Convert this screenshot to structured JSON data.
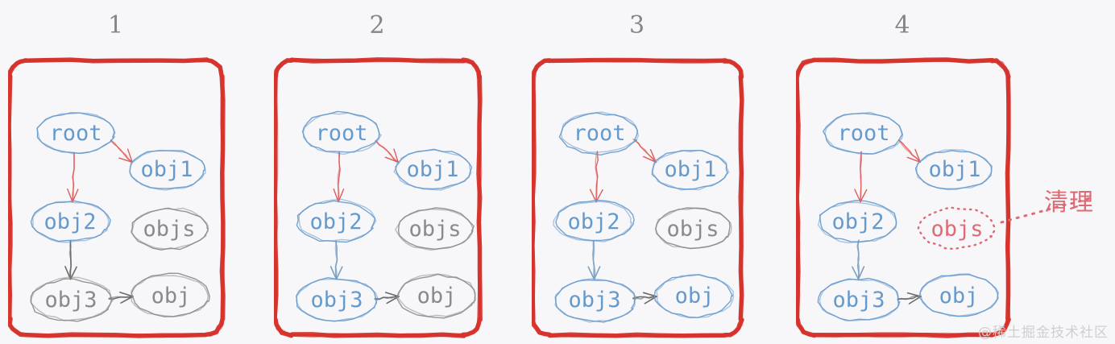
{
  "background_color": "#f7f7f9",
  "colors": {
    "frame_red": "#d42a23",
    "marked_blue": "#6699cc",
    "unmarked_gray": "#8a8a8a",
    "ref_arrow_red": "#e05c5c",
    "ref_arrow_gray": "#6a6a6a",
    "cleanup_red": "#e06a73",
    "title_gray": "#868686",
    "watermark_gray": "#cfcfcf"
  },
  "watermark": "@稀土掘金技术社区",
  "cleanup": {
    "label": "清理",
    "target_node": "objs",
    "arrow_style": "dotted"
  },
  "node_labels": {
    "root": "root",
    "obj1": "obj1",
    "obj2": "obj2",
    "obj3": "obj3",
    "obj": "obj",
    "objs": "objs"
  },
  "panels": [
    {
      "title": "1",
      "nodes": [
        {
          "id": "root",
          "label": "root",
          "state": "marked"
        },
        {
          "id": "obj1",
          "label": "obj1",
          "state": "marked"
        },
        {
          "id": "obj2",
          "label": "obj2",
          "state": "marked"
        },
        {
          "id": "objs",
          "label": "objs",
          "state": "unmarked"
        },
        {
          "id": "obj3",
          "label": "obj3",
          "state": "unmarked"
        },
        {
          "id": "obj",
          "label": "obj",
          "state": "unmarked"
        }
      ],
      "edges": [
        {
          "from": "root",
          "to": "obj1",
          "color": "red"
        },
        {
          "from": "root",
          "to": "obj2",
          "color": "red"
        },
        {
          "from": "obj2",
          "to": "obj3",
          "color": "gray"
        },
        {
          "from": "obj3",
          "to": "obj",
          "color": "gray"
        }
      ]
    },
    {
      "title": "2",
      "nodes": [
        {
          "id": "root",
          "label": "root",
          "state": "marked"
        },
        {
          "id": "obj1",
          "label": "obj1",
          "state": "marked"
        },
        {
          "id": "obj2",
          "label": "obj2",
          "state": "marked"
        },
        {
          "id": "objs",
          "label": "objs",
          "state": "unmarked"
        },
        {
          "id": "obj3",
          "label": "obj3",
          "state": "marked"
        },
        {
          "id": "obj",
          "label": "obj",
          "state": "unmarked"
        }
      ],
      "edges": [
        {
          "from": "root",
          "to": "obj1",
          "color": "red"
        },
        {
          "from": "root",
          "to": "obj2",
          "color": "red"
        },
        {
          "from": "obj2",
          "to": "obj3",
          "color": "blue"
        },
        {
          "from": "obj3",
          "to": "obj",
          "color": "gray"
        }
      ]
    },
    {
      "title": "3",
      "nodes": [
        {
          "id": "root",
          "label": "root",
          "state": "marked"
        },
        {
          "id": "obj1",
          "label": "obj1",
          "state": "marked"
        },
        {
          "id": "obj2",
          "label": "obj2",
          "state": "marked"
        },
        {
          "id": "objs",
          "label": "objs",
          "state": "unmarked"
        },
        {
          "id": "obj3",
          "label": "obj3",
          "state": "marked"
        },
        {
          "id": "obj",
          "label": "obj",
          "state": "marked"
        }
      ],
      "edges": [
        {
          "from": "root",
          "to": "obj1",
          "color": "red"
        },
        {
          "from": "root",
          "to": "obj2",
          "color": "red"
        },
        {
          "from": "obj2",
          "to": "obj3",
          "color": "blue"
        },
        {
          "from": "obj3",
          "to": "obj",
          "color": "gray"
        }
      ]
    },
    {
      "title": "4",
      "nodes": [
        {
          "id": "root",
          "label": "root",
          "state": "marked"
        },
        {
          "id": "obj1",
          "label": "obj1",
          "state": "marked"
        },
        {
          "id": "obj2",
          "label": "obj2",
          "state": "marked"
        },
        {
          "id": "objs",
          "label": "objs",
          "state": "sweep"
        },
        {
          "id": "obj3",
          "label": "obj3",
          "state": "marked"
        },
        {
          "id": "obj",
          "label": "obj",
          "state": "marked"
        }
      ],
      "edges": [
        {
          "from": "root",
          "to": "obj1",
          "color": "red"
        },
        {
          "from": "root",
          "to": "obj2",
          "color": "red"
        },
        {
          "from": "obj2",
          "to": "obj3",
          "color": "blue"
        },
        {
          "from": "obj3",
          "to": "obj",
          "color": "gray"
        }
      ]
    }
  ]
}
